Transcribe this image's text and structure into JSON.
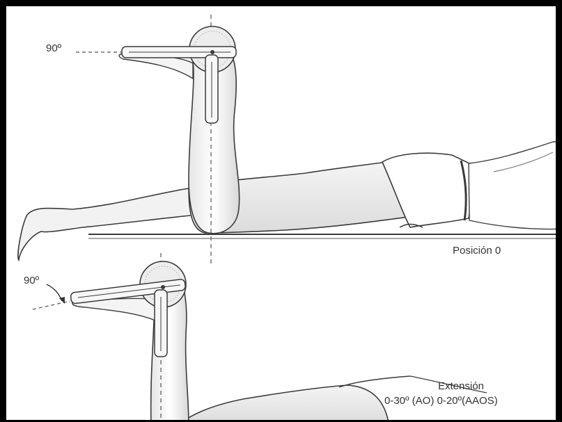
{
  "top_figure": {
    "angle_label": "90º",
    "position_label": "Posición 0"
  },
  "bottom_figure": {
    "angle_label": "90º",
    "movement_label": "Extensión",
    "range_label": "0-30º (AO) 0-20º(AAOS)"
  },
  "colors": {
    "outline": "#3a3a3a",
    "shade": "#cfcfcf",
    "frame": "#000000",
    "background": "#ffffff"
  }
}
